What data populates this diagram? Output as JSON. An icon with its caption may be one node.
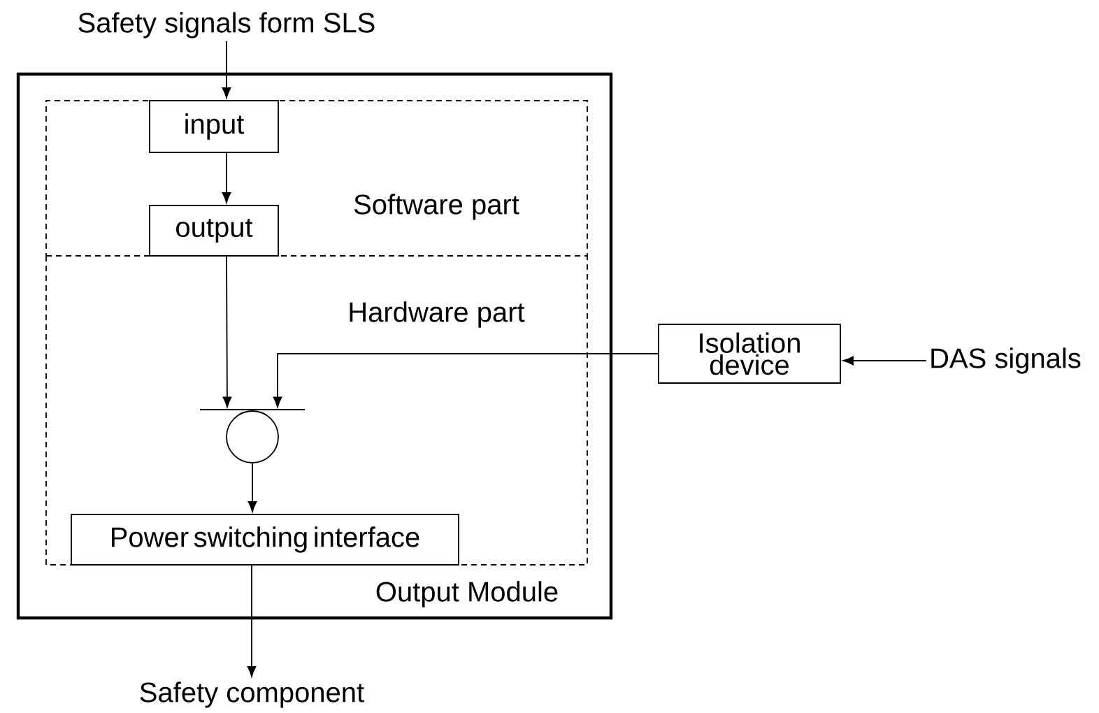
{
  "diagram": {
    "nodes": [
      {
        "text": [
          "Output Module"
        ]
      },
      {
        "text": [
          "Software part"
        ],
        "in": 0
      },
      {
        "text": [
          "input"
        ],
        "in": 1
      },
      {
        "text": [
          "output"
        ],
        "in": 1
      },
      {
        "text": [
          "Hardware part"
        ],
        "in": 0
      },
      {
        "text": [],
        "shape": "circle",
        "in": 4
      },
      {
        "text": [
          "Power switching interface"
        ],
        "in": 4
      },
      {
        "text": [
          "Isolation device"
        ]
      },
      {
        "text": [
          "Safety signals form SLS"
        ]
      },
      {
        "text": [
          "Safety component"
        ]
      },
      {
        "text": [
          "DAS signals"
        ]
      }
    ],
    "edges": [
      {
        "from": 8,
        "to": 2,
        "arrow": "to"
      },
      {
        "from": 2,
        "to": 3,
        "arrow": "to"
      },
      {
        "from": 3,
        "to": 5,
        "arrow": "to"
      },
      {
        "from": 7,
        "to": 5,
        "arrow": "to"
      },
      {
        "from": 5,
        "to": 6,
        "arrow": "to"
      },
      {
        "from": 6,
        "to": 9,
        "arrow": "to"
      },
      {
        "from": 10,
        "to": 7,
        "arrow": "to"
      }
    ]
  }
}
